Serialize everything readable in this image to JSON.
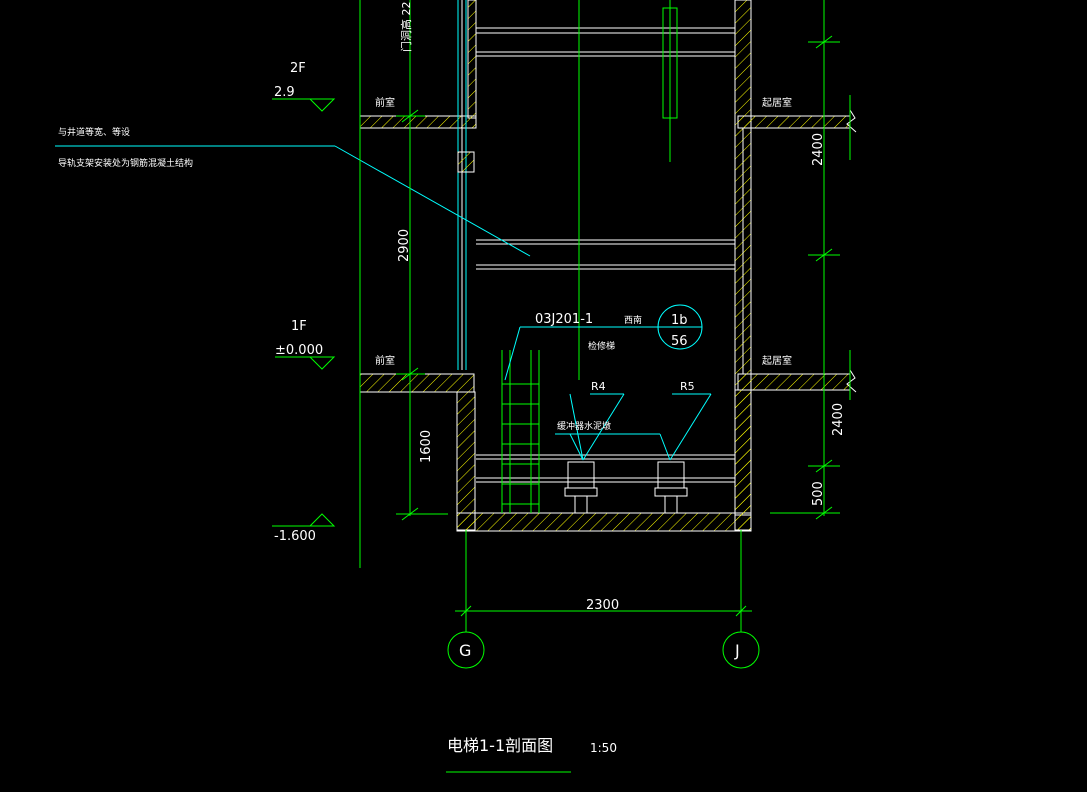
{
  "drawing": {
    "title": "电梯1-1剖面图",
    "scale": "1:50"
  },
  "levels": {
    "upper_floor": "2F",
    "upper_elev": "2.9",
    "ground_floor": "1F",
    "ground_elev": "±0.000",
    "pit_elev": "-1.600"
  },
  "dimensions": {
    "floor_height": "2900",
    "pit_depth": "1600",
    "door_height": "门洞高 22",
    "right_upper": "2400",
    "right_lower": "2400",
    "right_bottom": "500",
    "shaft_width": "2300"
  },
  "rooms": {
    "upper_left": "前室",
    "upper_right": "起居室",
    "lower_left": "前室",
    "lower_right": "起居室"
  },
  "notes": {
    "note1": "与井道等宽、等设",
    "note2": "导轨支架安装处为钢筋混凝土结构",
    "ladder_ref": "03J201-1",
    "ladder_ref_side": "西南",
    "ladder_label": "检修梯",
    "detail_top": "1b",
    "detail_bottom": "56",
    "buffer_label": "缓冲器水泥墩",
    "buffer_left": "R4",
    "buffer_right": "R5"
  },
  "axes": {
    "left": "G",
    "right": "J"
  },
  "colors": {
    "line": "#00ff00",
    "wall": "#ffffff",
    "hatch": "#ffff00",
    "leader": "#00ffff",
    "text": "#ffffff"
  }
}
